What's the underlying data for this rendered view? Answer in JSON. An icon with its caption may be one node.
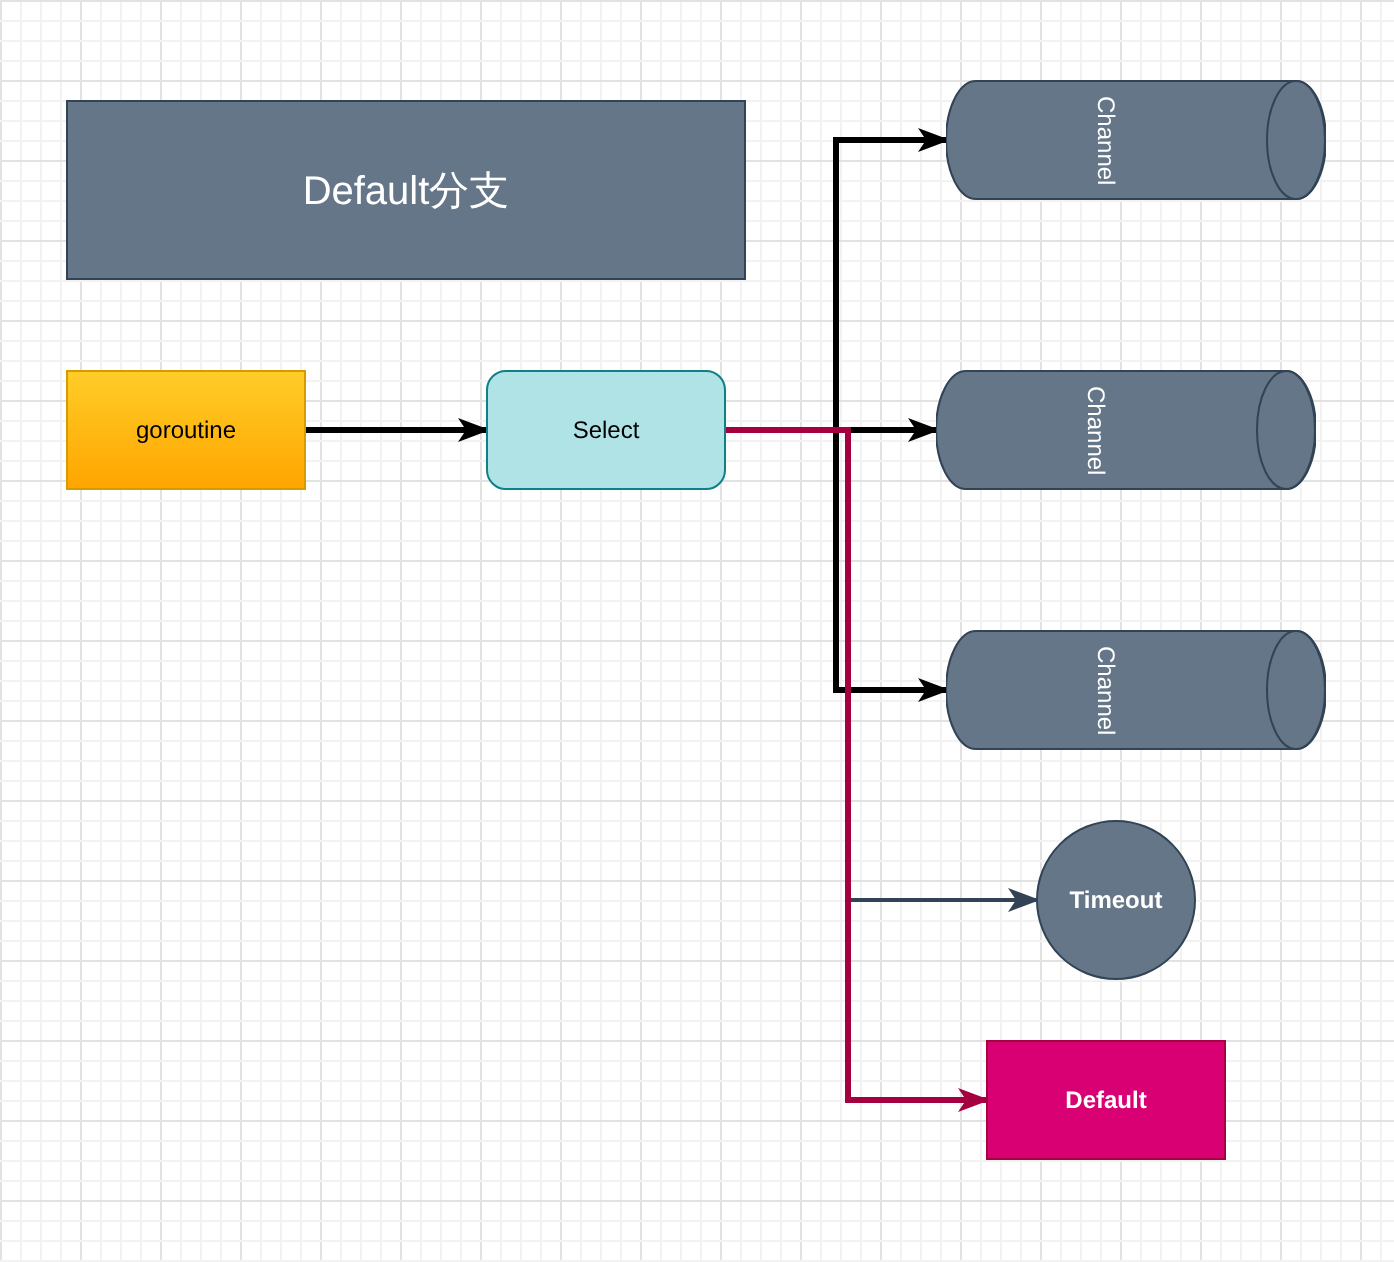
{
  "diagram": {
    "nodes": [
      {
        "text": [
          "Default分支"
        ]
      },
      {
        "text": [
          "goroutine"
        ]
      },
      {
        "text": [
          "Select"
        ]
      },
      {
        "text": [
          "Channel"
        ]
      },
      {
        "text": [
          "Channel"
        ]
      },
      {
        "text": [
          "Channel"
        ]
      },
      {
        "text": [
          "Timeout"
        ]
      },
      {
        "text": [
          "Default"
        ]
      }
    ],
    "edges": [
      {
        "from": 1,
        "to": 2,
        "arrow": "to"
      },
      {
        "from": 2,
        "to": 3,
        "arrow": "to"
      },
      {
        "from": 2,
        "to": 4,
        "arrow": "to"
      },
      {
        "from": 2,
        "to": 5,
        "arrow": "to"
      },
      {
        "from": 2,
        "to": 6,
        "arrow": "to",
        "color": "#314354"
      },
      {
        "from": 2,
        "to": 7,
        "arrow": "to",
        "color": "#a50040"
      }
    ]
  }
}
